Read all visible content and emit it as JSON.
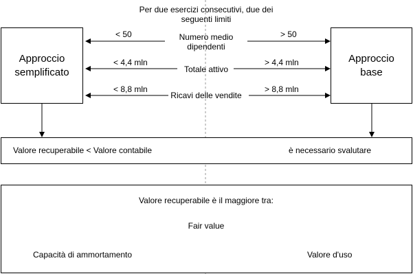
{
  "header": {
    "line1": "Per due esercizi consecutivi, due dei",
    "line2": "seguenti limiti"
  },
  "left_box": {
    "line1": "Approccio",
    "line2": "semplificato"
  },
  "right_box": {
    "line1": "Approccio",
    "line2": "base"
  },
  "criteria": [
    {
      "label_line1": "Numero medio",
      "label_line2": "dipendenti",
      "left": "< 50",
      "right": "> 50"
    },
    {
      "label_line1": "Totale attivo",
      "label_line2": "",
      "left": "< 4,4 mln",
      "right": "> 4,4 mln"
    },
    {
      "label_line1": "Ricavi delle vendite",
      "label_line2": "",
      "left": "< 8,8 mln",
      "right": "> 8,8 mln"
    }
  ],
  "middle_box": {
    "left_text": "Valore recuperabile < Valore contabile",
    "right_text": "è necessario svalutare"
  },
  "bottom_box": {
    "title": "Valore recuperabile è il maggiore tra:",
    "center_item": "Fair value",
    "left_item": "Capacità di ammortamento",
    "right_item": "Valore d'uso"
  }
}
